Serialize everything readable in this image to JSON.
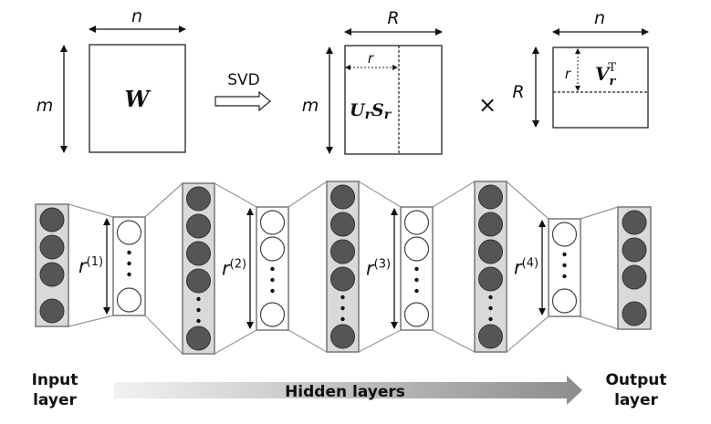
{
  "top": {
    "matrix_w": {
      "label": "W",
      "width_label": "n",
      "height_label": "m"
    },
    "svd_arrow": {
      "label": "SVD"
    },
    "matrix_us": {
      "label_u": "U",
      "label_s": "S",
      "sub": "r",
      "width_label": "R",
      "height_label": "m",
      "inner_label": "r"
    },
    "times": {
      "label": "×"
    },
    "matrix_v": {
      "label": "V",
      "sub": "r",
      "sup": "T",
      "width_label": "n",
      "height_label": "R",
      "inner_label": "r"
    }
  },
  "network": {
    "full_layers": [
      {
        "name": "input",
        "nodes": 4,
        "ellipsis": false
      },
      {
        "name": "hidden-1",
        "nodes": 5,
        "ellipsis": true
      },
      {
        "name": "hidden-2",
        "nodes": 5,
        "ellipsis": true
      },
      {
        "name": "hidden-3",
        "nodes": 5,
        "ellipsis": true
      },
      {
        "name": "output",
        "nodes": 4,
        "ellipsis": false
      }
    ],
    "bottlenecks": [
      {
        "label": "r",
        "sup": "(1)",
        "nodes": 2
      },
      {
        "label": "r",
        "sup": "(2)",
        "nodes": 3
      },
      {
        "label": "r",
        "sup": "(3)",
        "nodes": 3
      },
      {
        "label": "r",
        "sup": "(4)",
        "nodes": 2
      }
    ],
    "colors": {
      "filled_node": "#555555",
      "layer_fill": "#d9d9d9",
      "layer_stroke": "#777777",
      "empty_node": "#ffffff"
    }
  },
  "bottom": {
    "input_label_1": "Input",
    "input_label_2": "layer",
    "arrow_label": "Hidden layers",
    "output_label_1": "Output",
    "output_label_2": "layer"
  }
}
